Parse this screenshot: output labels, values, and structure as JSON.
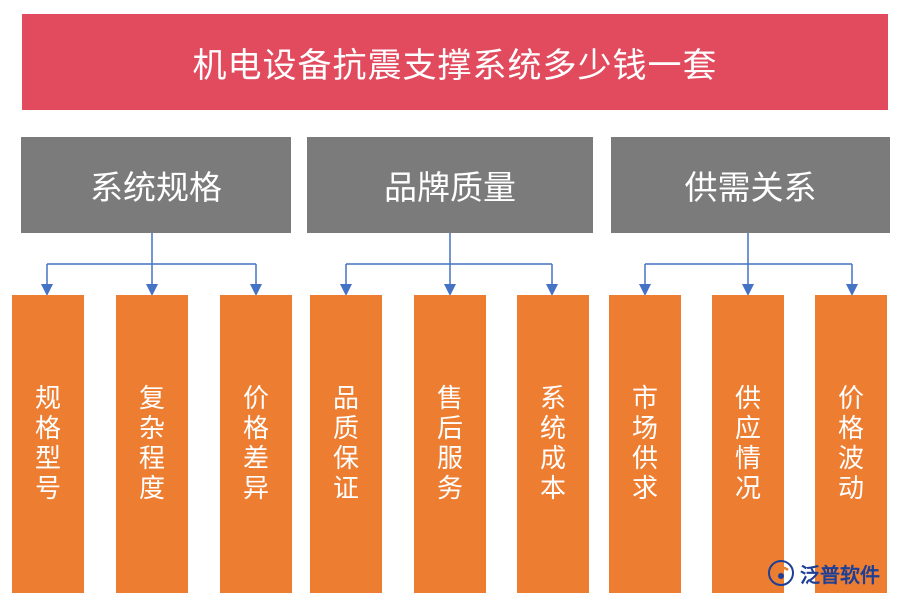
{
  "title": "机电设备抗震支撑系统多少钱一套",
  "categories": [
    {
      "label": "系统规格",
      "items": [
        "规格型号",
        "复杂程度",
        "价格差异"
      ]
    },
    {
      "label": "品牌质量",
      "items": [
        "品质保证",
        "售后服务",
        "系统成本"
      ]
    },
    {
      "label": "供需关系",
      "items": [
        "市场供求",
        "供应情况",
        "价格波动"
      ]
    }
  ],
  "watermark": {
    "logo_text": "泛普软件",
    "logo_icon": "fanpu-logo-icon"
  },
  "colors": {
    "title_bg": "#e24b5e",
    "category_bg": "#7b7b7b",
    "leaf_bg": "#ed7d31",
    "connector": "#4472c4"
  }
}
